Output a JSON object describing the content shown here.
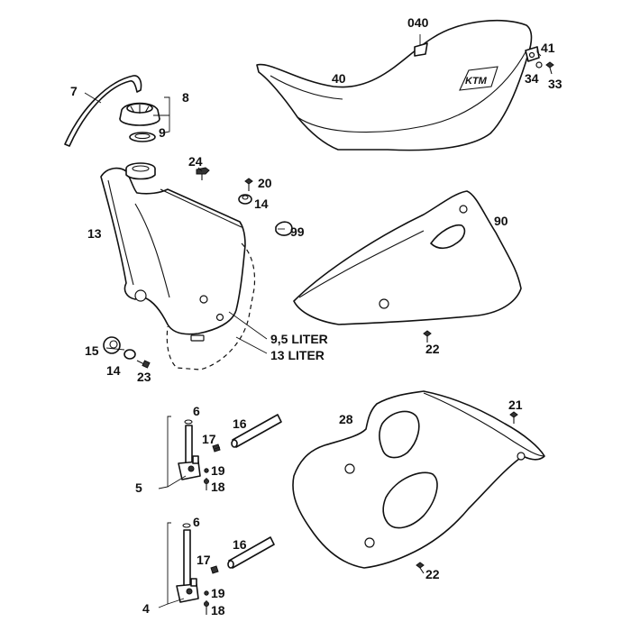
{
  "labels": {
    "p7": "7",
    "p8": "8",
    "p9": "9",
    "p040": "040",
    "p41": "41",
    "p40": "40",
    "p34": "34",
    "p33": "33",
    "p24": "24",
    "p20": "20",
    "p14a": "14",
    "p13": "13",
    "p99": "99",
    "p90": "90",
    "cap95": "9,5 LITER",
    "cap13": "13 LITER",
    "p15": "15",
    "p14b": "14",
    "p23": "23",
    "p22a": "22",
    "p6a": "6",
    "p16a": "16",
    "p17a": "17",
    "p19a": "19",
    "p18a": "18",
    "p5": "5",
    "p28": "28",
    "p21": "21",
    "p6b": "6",
    "p16b": "16",
    "p17b": "17",
    "p19b": "19",
    "p18b": "18",
    "p4": "4",
    "p22b": "22"
  },
  "seat_logo": "KTM"
}
